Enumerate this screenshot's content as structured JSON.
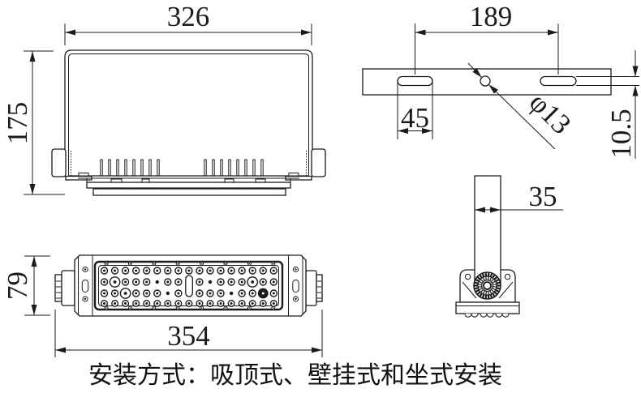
{
  "caption": "安装方式：吸顶式、壁挂式和坐式安装",
  "dimensions": {
    "side_view": {
      "width": "326",
      "height": "175"
    },
    "plate_view": {
      "hole_spacing": "189",
      "slot_length": "45",
      "hole_diameter": "φ13",
      "slot_width": "10.5"
    },
    "arm_view": {
      "arm_width": "35"
    },
    "front_view": {
      "height": "79",
      "length": "354"
    }
  },
  "colors": {
    "line": "#1b1b1b",
    "background": "#ffffff"
  }
}
